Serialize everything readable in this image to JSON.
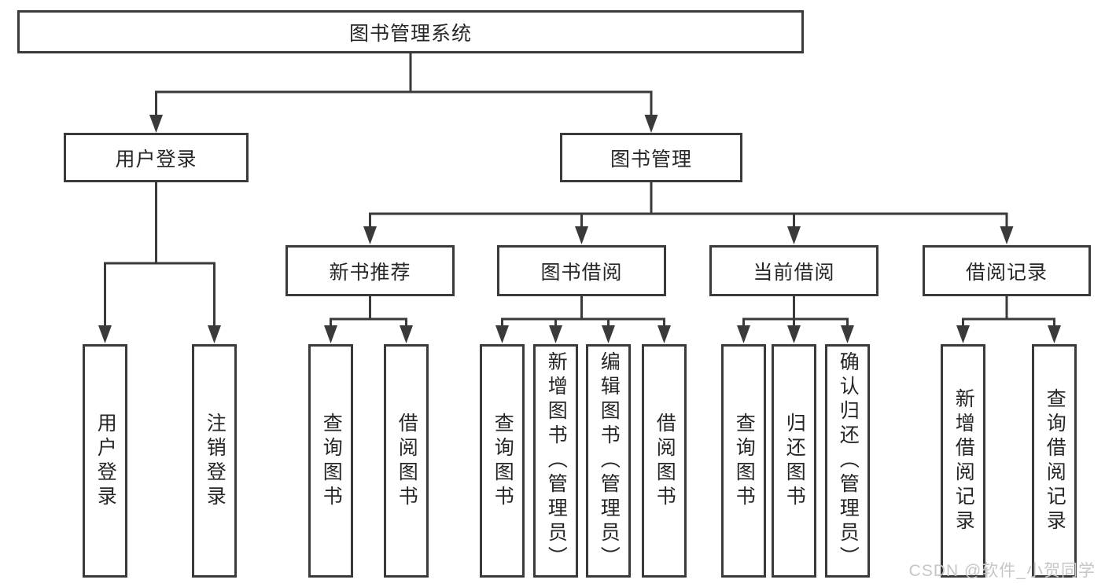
{
  "root": {
    "label": "图书管理系统"
  },
  "branches": {
    "user_login": {
      "label": "用户登录",
      "children": [
        {
          "label": "用户登录"
        },
        {
          "label": "注销登录"
        }
      ]
    },
    "book_management": {
      "label": "图书管理",
      "sections": {
        "new_book_recommend": {
          "label": "新书推荐",
          "children": [
            {
              "label": "查询图书"
            },
            {
              "label": "借阅图书"
            }
          ]
        },
        "book_borrowing": {
          "label": "图书借阅",
          "children": [
            {
              "label": "查询图书"
            },
            {
              "label": "新增图书（管理员）"
            },
            {
              "label": "编辑图书（管理员）"
            },
            {
              "label": "借阅图书"
            }
          ]
        },
        "current_borrowing": {
          "label": "当前借阅",
          "children": [
            {
              "label": "查询图书"
            },
            {
              "label": "归还图书"
            },
            {
              "label": "确认归还（管理员）"
            }
          ]
        },
        "borrowing_records": {
          "label": "借阅记录",
          "children": [
            {
              "label": "新增借阅记录"
            },
            {
              "label": "查询借阅记录"
            }
          ]
        }
      }
    }
  },
  "watermark": {
    "text": "CSDN @软件_小贺同学"
  },
  "colors": {
    "line": "#3a3a3a",
    "text": "#262626",
    "watermark": "#c6c6c6",
    "background": "#ffffff"
  }
}
